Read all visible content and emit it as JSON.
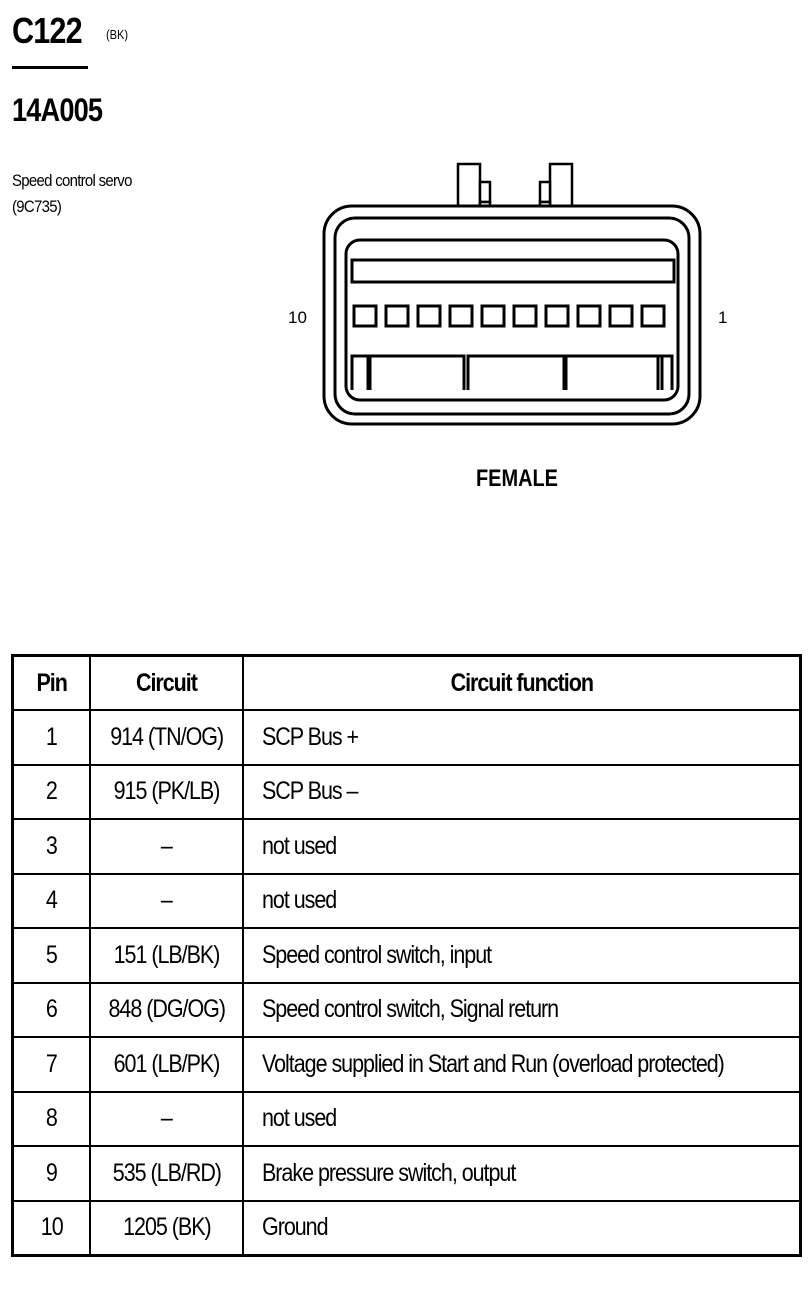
{
  "connector": {
    "id": "C122",
    "color_code": "(BK)",
    "part_number": "14A005",
    "component_name": "Speed control servo",
    "component_code": "(9C735)",
    "gender_label": "FEMALE",
    "pin_label_left": "10",
    "pin_label_right": "1"
  },
  "table": {
    "headers": [
      "Pin",
      "Circuit",
      "Circuit function"
    ],
    "rows": [
      {
        "pin": "1",
        "circuit": "914 (TN/OG)",
        "function": "SCP Bus +"
      },
      {
        "pin": "2",
        "circuit": "915 (PK/LB)",
        "function": "SCP Bus –"
      },
      {
        "pin": "3",
        "circuit": "–",
        "function": "not used"
      },
      {
        "pin": "4",
        "circuit": "–",
        "function": "not used"
      },
      {
        "pin": "5",
        "circuit": "151 (LB/BK)",
        "function": "Speed control switch, input"
      },
      {
        "pin": "6",
        "circuit": "848 (DG/OG)",
        "function": "Speed control switch, Signal return"
      },
      {
        "pin": "7",
        "circuit": "601 (LB/PK)",
        "function": "Voltage supplied in Start and Run (overload protected)"
      },
      {
        "pin": "8",
        "circuit": "–",
        "function": "not used"
      },
      {
        "pin": "9",
        "circuit": "535 (LB/RD)",
        "function": "Brake pressure switch, output"
      },
      {
        "pin": "10",
        "circuit": "1205 (BK)",
        "function": "Ground"
      }
    ]
  }
}
